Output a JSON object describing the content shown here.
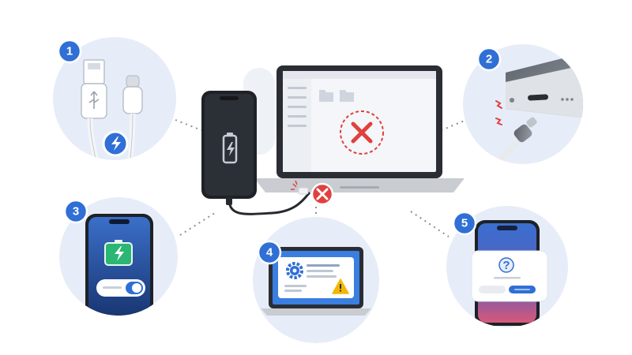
{
  "colors": {
    "accent_blue": "#2f6fd6",
    "error_red": "#e0413e",
    "warning_yellow": "#f2b705",
    "circle_bg": "#e6edf8",
    "phone_dark": "#1e2126",
    "laptop_silver": "#c9ccd1"
  },
  "steps": [
    {
      "number": "1",
      "icon": "usb-cable-icon"
    },
    {
      "number": "2",
      "icon": "dirty-port-icon"
    },
    {
      "number": "3",
      "icon": "battery-toggle-icon"
    },
    {
      "number": "4",
      "icon": "settings-warning-icon"
    },
    {
      "number": "5",
      "icon": "trust-prompt-icon"
    }
  ],
  "trust_dialog": {
    "question_mark": "?"
  }
}
